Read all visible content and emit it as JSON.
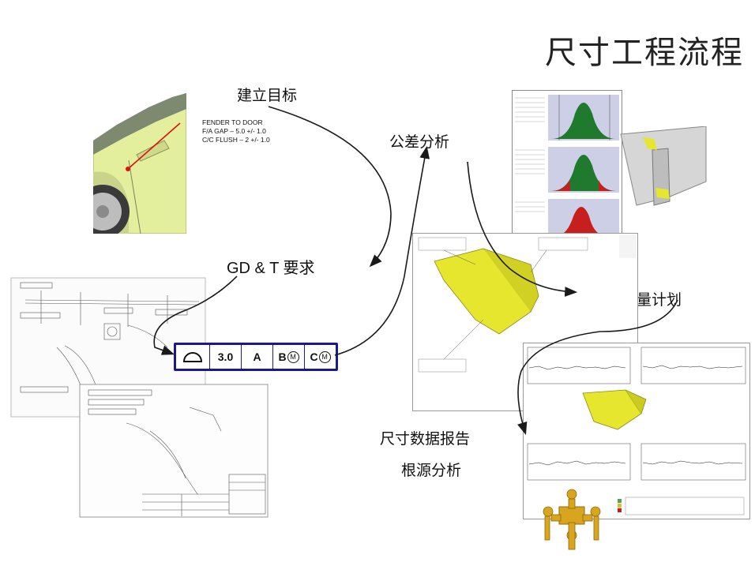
{
  "page": {
    "title": "尺寸工程流程"
  },
  "steps": {
    "targets": "建立目标",
    "tolerance": "公差分析",
    "gdt": "GD & T 要求",
    "measurement": "测量计划",
    "report": "尺寸数据报告",
    "root_cause": "根源分析"
  },
  "car_callout": {
    "line1": "FENDER TO DOOR",
    "line2": "F/A GAP – 5.0 +/- 1.0",
    "line3": "C/C FLUSH – 2 +/- 1.0"
  },
  "fcf": {
    "symbol": "profile-of-surface-icon",
    "tolerance": "3.0",
    "datum_a": "A",
    "datum_b": "B",
    "datum_c": "C",
    "modifier": "M"
  },
  "colors": {
    "fcf_border": "#1a1a8c",
    "part_yellow": "#e6e62e",
    "car_green": "#e4ef9e",
    "histogram_green": "#1f7a2e",
    "histogram_red": "#c81e1e",
    "arrow": "#1a1a1a"
  }
}
